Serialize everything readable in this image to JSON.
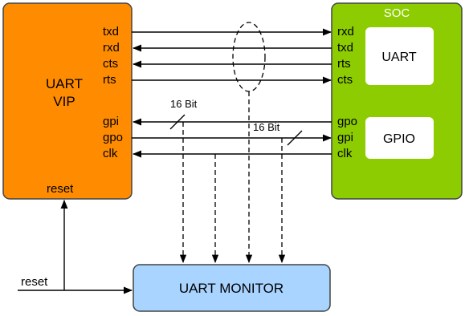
{
  "vip": {
    "title_line1": "UART",
    "title_line2": "VIP",
    "reset_label": "reset",
    "ports": [
      "txd",
      "rxd",
      "cts",
      "rts",
      "gpi",
      "gpo",
      "clk"
    ],
    "fill": "#ff8c00"
  },
  "soc": {
    "title": "SOC",
    "uart_label": "UART",
    "gpio_label": "GPIO",
    "ports": [
      "rxd",
      "txd",
      "rts",
      "cts",
      "gpo",
      "gpi",
      "clk"
    ],
    "fill": "#8ccc00"
  },
  "monitor": {
    "label": "UART MONITOR",
    "fill": "#a8d4ff"
  },
  "bus_labels": {
    "gpi_width": "16 Bit",
    "gpo_width": "16 Bit"
  },
  "external": {
    "reset_label": "reset"
  }
}
